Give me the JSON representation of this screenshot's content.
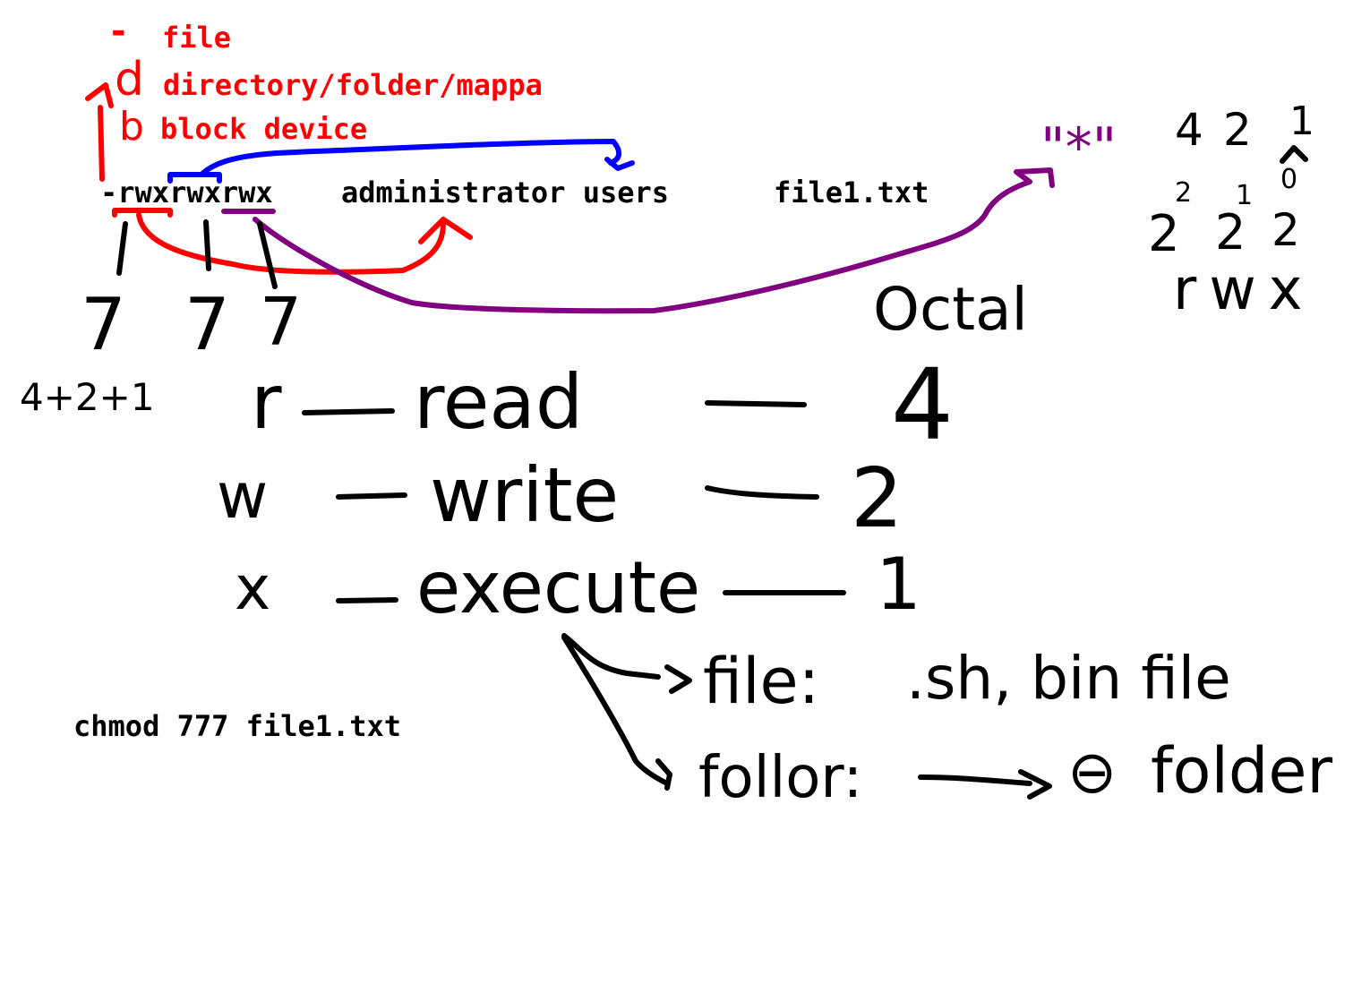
{
  "legend": {
    "dash": "-",
    "dash_label": "file",
    "d": "d",
    "d_label": "directory/folder/mappa",
    "b": "b",
    "b_label": "block device"
  },
  "listing": {
    "type_char": "-",
    "perm_user": "rwx",
    "perm_group": "rwx",
    "perm_other": "rwx",
    "owner_group": "administrator users",
    "filename": "file1.txt"
  },
  "digits": [
    "7",
    "7",
    "7"
  ],
  "sum": "4+2+1",
  "octal_label": "Octal",
  "wildcard": "\"*\"",
  "weights": [
    "4",
    "2",
    "1"
  ],
  "powers": [
    {
      "base": "2",
      "exp": "2"
    },
    {
      "base": "2",
      "exp": "1"
    },
    {
      "base": "2",
      "exp": "0"
    }
  ],
  "rwx_label": "rwx",
  "permissions": [
    {
      "letter": "r",
      "word": "read",
      "value": "4"
    },
    {
      "letter": "w",
      "word": "write",
      "value": "2"
    },
    {
      "letter": "x",
      "word": "execute",
      "value": "1"
    }
  ],
  "execute_notes": {
    "file_label": "file:",
    "file_examples": ".sh, bin file",
    "folder_label": "follor:",
    "folder_symbol": "⊖",
    "folder_result": "folder"
  },
  "command": "chmod 777 file1.txt",
  "colors": {
    "red": "#ff0000",
    "blue": "#0000ff",
    "purple": "#800080",
    "black": "#000000"
  }
}
